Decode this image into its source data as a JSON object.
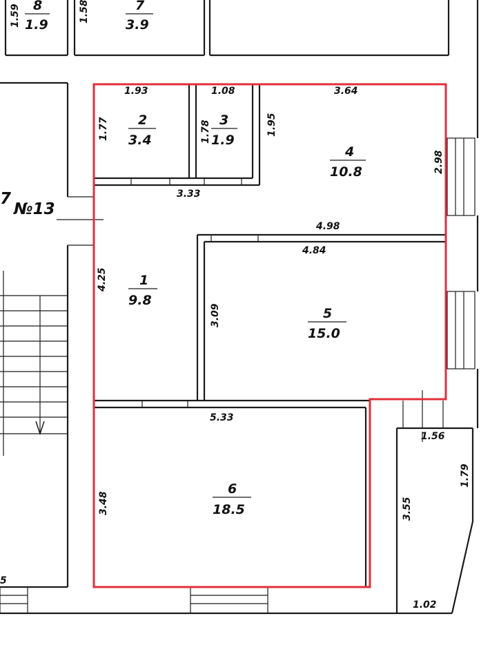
{
  "building_label": "№13",
  "corner_labels": {
    "left_7": "7",
    "left_5": "5"
  },
  "rooms": [
    {
      "id": "1",
      "number": "1",
      "area": "9.8",
      "color": "#111111"
    },
    {
      "id": "2",
      "number": "2",
      "area": "3.4"
    },
    {
      "id": "3",
      "number": "3",
      "area": "1.9"
    },
    {
      "id": "4",
      "number": "4",
      "area": "10.8"
    },
    {
      "id": "5",
      "number": "5",
      "area": "15.0"
    },
    {
      "id": "6",
      "number": "6",
      "area": "18.5"
    },
    {
      "id": "7",
      "number": "7",
      "area": "3.9"
    },
    {
      "id": "8",
      "number": "8",
      "area": "1.9"
    }
  ],
  "dimensions": {
    "d_1_59": "1.59",
    "d_1_58": "1.58",
    "d_1_93": "1.93",
    "d_1_08": "1.08",
    "d_3_64": "3.64",
    "d_1_77": "1.77",
    "d_1_78": "1.78",
    "d_1_95": "1.95",
    "d_2_98": "2.98",
    "d_3_33": "3.33",
    "d_4_98": "4.98",
    "d_4_84": "4.84",
    "d_4_25": "4.25",
    "d_3_09": "3.09",
    "d_5_33": "5.33",
    "d_1_56": "1.56",
    "d_1_79": "1.79",
    "d_3_48": "3.48",
    "d_3_55": "3.55",
    "d_1_02": "1.02"
  },
  "colors": {
    "apartment_outline": "#e0303a",
    "walls": "#1a1a1a"
  }
}
